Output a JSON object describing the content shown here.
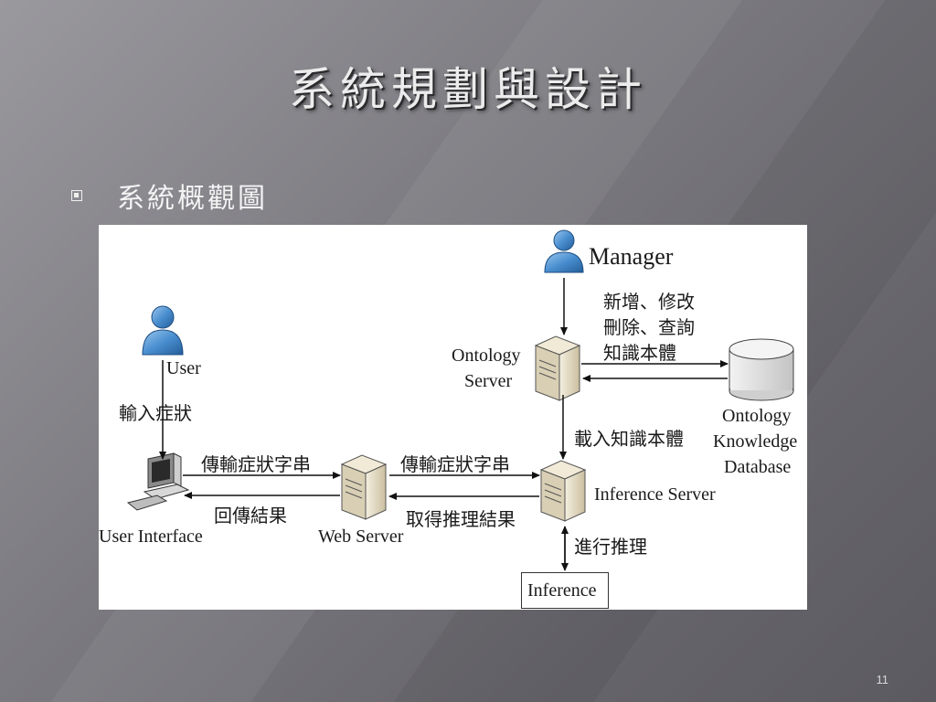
{
  "slide": {
    "title": "系統規劃與設計",
    "bullet": "系統概觀圖",
    "page_number": "11"
  },
  "diagram": {
    "manager_label": "Manager",
    "manager_ops_line1": "新增、修改",
    "manager_ops_line2": "刪除、查詢",
    "manager_ops_line3": "知識本體",
    "ontology_server_line1": "Ontology",
    "ontology_server_line2": "Server",
    "ontology_db_line1": "Ontology",
    "ontology_db_line2": "Knowledge",
    "ontology_db_line3": "Database",
    "load_ontology": "載入知識本體",
    "user_label": "User",
    "input_symptoms": "輸入症狀",
    "send_symptoms_1": "傳輸症狀字串",
    "send_symptoms_2": "傳輸症狀字串",
    "return_result": "回傳結果",
    "get_inference_result": "取得推理結果",
    "user_interface": "User Interface",
    "web_server": "Web Server",
    "inference_server": "Inference Server",
    "do_inference": "進行推理",
    "inference_box": "Inference"
  },
  "colors": {
    "person_blue": "#3d7fc1",
    "server_beige": "#e6ddc4"
  }
}
